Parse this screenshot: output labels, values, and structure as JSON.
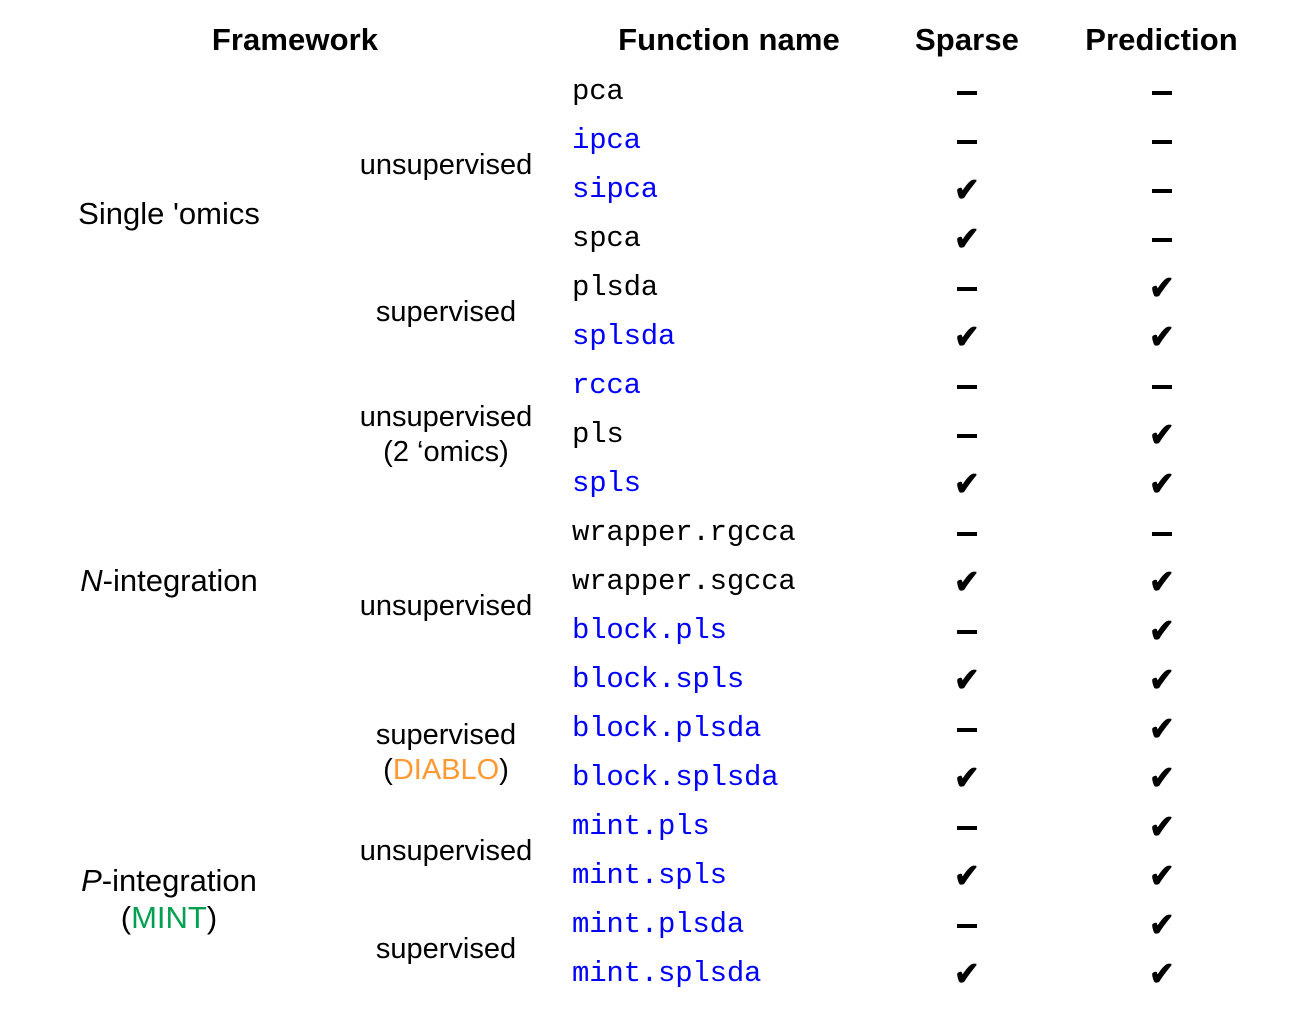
{
  "table": {
    "headers": {
      "framework": "Framework",
      "function_name": "Function name",
      "sparse": "Sparse",
      "prediction": "Prediction"
    },
    "marks": {
      "yes": "✔",
      "no": "-"
    },
    "colors": {
      "function_highlight": "#0000ff",
      "function_plain": "#000000",
      "diablo": "#ff9933",
      "mint": "#00a050",
      "rule": "#8d8d8d"
    },
    "sections": [
      {
        "framework": "Single 'omics",
        "framework_italic_prefix": "",
        "framework_sub": "",
        "groups": [
          {
            "type_label": "unsupervised",
            "type_sub": "",
            "rows": [
              {
                "fn": "pca",
                "color": "black",
                "sparse": "-",
                "prediction": "-"
              },
              {
                "fn": "ipca",
                "color": "blue",
                "sparse": "-",
                "prediction": "-"
              },
              {
                "fn": "sipca",
                "color": "blue",
                "sparse": "✔",
                "prediction": "-"
              },
              {
                "fn": "spca",
                "color": "black",
                "sparse": "✔",
                "prediction": "-"
              }
            ]
          },
          {
            "type_label": "supervised",
            "type_sub": "",
            "rows": [
              {
                "fn": "plsda",
                "color": "black",
                "sparse": "-",
                "prediction": "✔"
              },
              {
                "fn": "splsda",
                "color": "blue",
                "sparse": "✔",
                "prediction": "✔"
              }
            ]
          }
        ]
      },
      {
        "framework": "-integration",
        "framework_italic_prefix": "N",
        "framework_sub": "",
        "groups": [
          {
            "type_label": "unsupervised",
            "type_sub": "(2 ‘omics)",
            "rows": [
              {
                "fn": "rcca",
                "color": "blue",
                "sparse": "-",
                "prediction": "-"
              },
              {
                "fn": "pls",
                "color": "black",
                "sparse": "-",
                "prediction": "✔"
              },
              {
                "fn": "spls",
                "color": "blue",
                "sparse": "✔",
                "prediction": "✔"
              }
            ]
          },
          {
            "type_label": "unsupervised",
            "type_sub": "",
            "rows": [
              {
                "fn": "wrapper.rgcca",
                "color": "black",
                "sparse": "-",
                "prediction": "-"
              },
              {
                "fn": "wrapper.sgcca",
                "color": "black",
                "sparse": "✔",
                "prediction": "✔"
              },
              {
                "fn": "block.pls",
                "color": "blue",
                "sparse": "-",
                "prediction": "✔"
              },
              {
                "fn": "block.spls",
                "color": "blue",
                "sparse": "✔",
                "prediction": "✔"
              }
            ]
          },
          {
            "type_label": "supervised",
            "type_sub": "(DIABLO)",
            "type_sub_name": "DIABLO",
            "type_sub_color": "diablo",
            "rows": [
              {
                "fn": "block.plsda",
                "color": "blue",
                "sparse": "-",
                "prediction": "✔"
              },
              {
                "fn": "block.splsda",
                "color": "blue",
                "sparse": "✔",
                "prediction": "✔"
              }
            ]
          }
        ]
      },
      {
        "framework": "-integration",
        "framework_italic_prefix": "P",
        "framework_sub": "(MINT)",
        "framework_sub_name": "MINT",
        "framework_sub_color": "mint",
        "groups": [
          {
            "type_label": "unsupervised",
            "type_sub": "",
            "rows": [
              {
                "fn": "mint.pls",
                "color": "blue",
                "sparse": "-",
                "prediction": "✔"
              },
              {
                "fn": "mint.spls",
                "color": "blue",
                "sparse": "✔",
                "prediction": "✔"
              }
            ]
          },
          {
            "type_label": "supervised",
            "type_sub": "",
            "rows": [
              {
                "fn": "mint.plsda",
                "color": "blue",
                "sparse": "-",
                "prediction": "✔"
              },
              {
                "fn": "mint.splsda",
                "color": "blue",
                "sparse": "✔",
                "prediction": "✔"
              }
            ]
          }
        ]
      }
    ]
  }
}
